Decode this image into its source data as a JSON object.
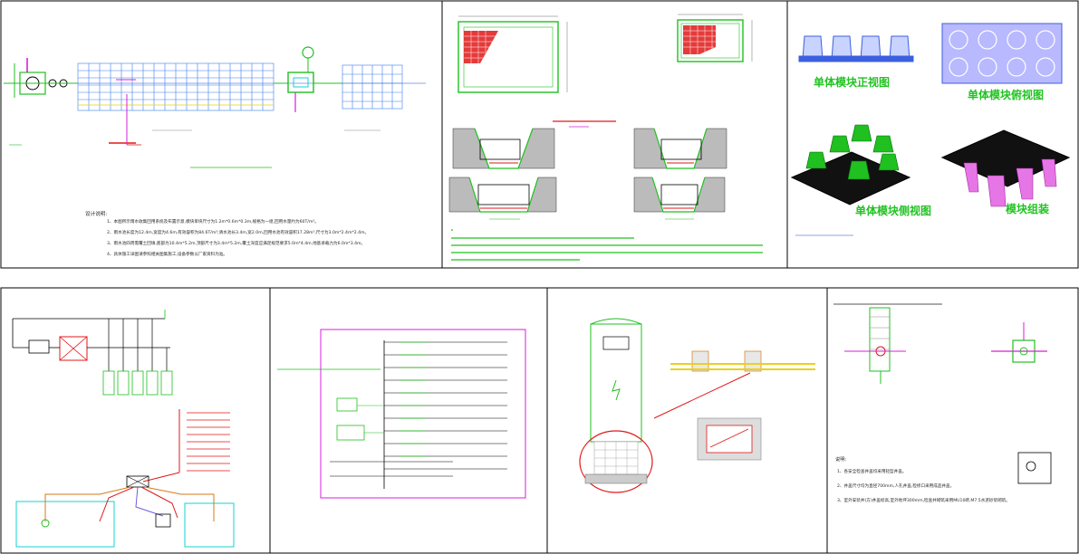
{
  "colors": {
    "frame": "#000000",
    "green": "#1fc01f",
    "cyan": "#14d2d2",
    "magenta": "#d81fd8",
    "red": "#e01818",
    "blue": "#1f4fd8",
    "yellow": "#e8d21a",
    "orange": "#d77a14",
    "violet": "#6e5fe0"
  },
  "panel1": {
    "notes_title": "设计说明:",
    "notes": [
      "1、本图所示雨水收集回用系统及布置示意,模块单块尺寸为1.2m*0.6m*0.3m,规格为一组,回用水量约为60T/m³。",
      "2、雨水池长度为12.4m,宽度为4.6m,有效容积为84.6T/m³;清水池长3.4m,宽2.0m,回用水池有效容积17.28m³,尺寸为3.0m*2.4m*2.4m。",
      "3、雨水池四周需覆土回填,底部为10.4m*5.2m,顶部尺寸为3.4m*5.2m,覆土深度应满足规范要求5.0m*4.4m,地基承载力为6.0m*3.4m。",
      "4、具体施工详图请参照相关图集施工,设备参数以厂家资料为准。"
    ]
  },
  "panel3": {
    "front_label": "单体模块正视图",
    "side_label": "单体模块俯视图",
    "iso_label": "单体模块侧视图",
    "assembly_label": "模块组装"
  },
  "panel7": {
    "notes_title": "说明:",
    "notes": [
      "1、各安全检查井盖均采用轻型井盖。",
      "2、井盖尺寸均为直径700mm,人孔井盖,检修口采用成品井盖。",
      "3、室外安装井(方)井盖标高,室外地坪300mm,检查井砌筑采用MU10砖,M7.5水泥砂浆砌筑。"
    ]
  }
}
